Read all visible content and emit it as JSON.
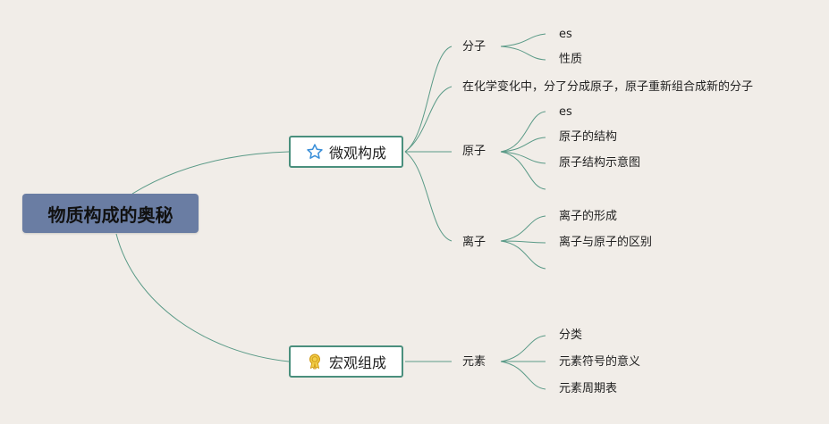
{
  "root": {
    "label": "物质构成的奥秘"
  },
  "branches": [
    {
      "label": "微观构成",
      "icon": "star-icon",
      "children": [
        {
          "label": "分子",
          "children": [
            "es",
            "性质"
          ]
        },
        {
          "label": "在化学变化中，分了分成原子，原子重新组合成新的分子",
          "children": []
        },
        {
          "label": "原子",
          "children": [
            "es",
            "原子的结构",
            "原子结构示意图",
            ""
          ]
        },
        {
          "label": "离子",
          "children": [
            "离子的形成",
            "离子与原子的区别",
            ""
          ]
        }
      ]
    },
    {
      "label": "宏观组成",
      "icon": "award-ribbon-icon",
      "children": [
        {
          "label": "元素",
          "children": [
            "分类",
            "元素符号的意义",
            "元素周期表"
          ]
        }
      ]
    }
  ],
  "colors": {
    "background": "#f1ede8",
    "root_fill": "#6a7da3",
    "connector": "#4a8f7d",
    "icon_star": "#3a8fd9",
    "icon_award": "#e6b422"
  }
}
